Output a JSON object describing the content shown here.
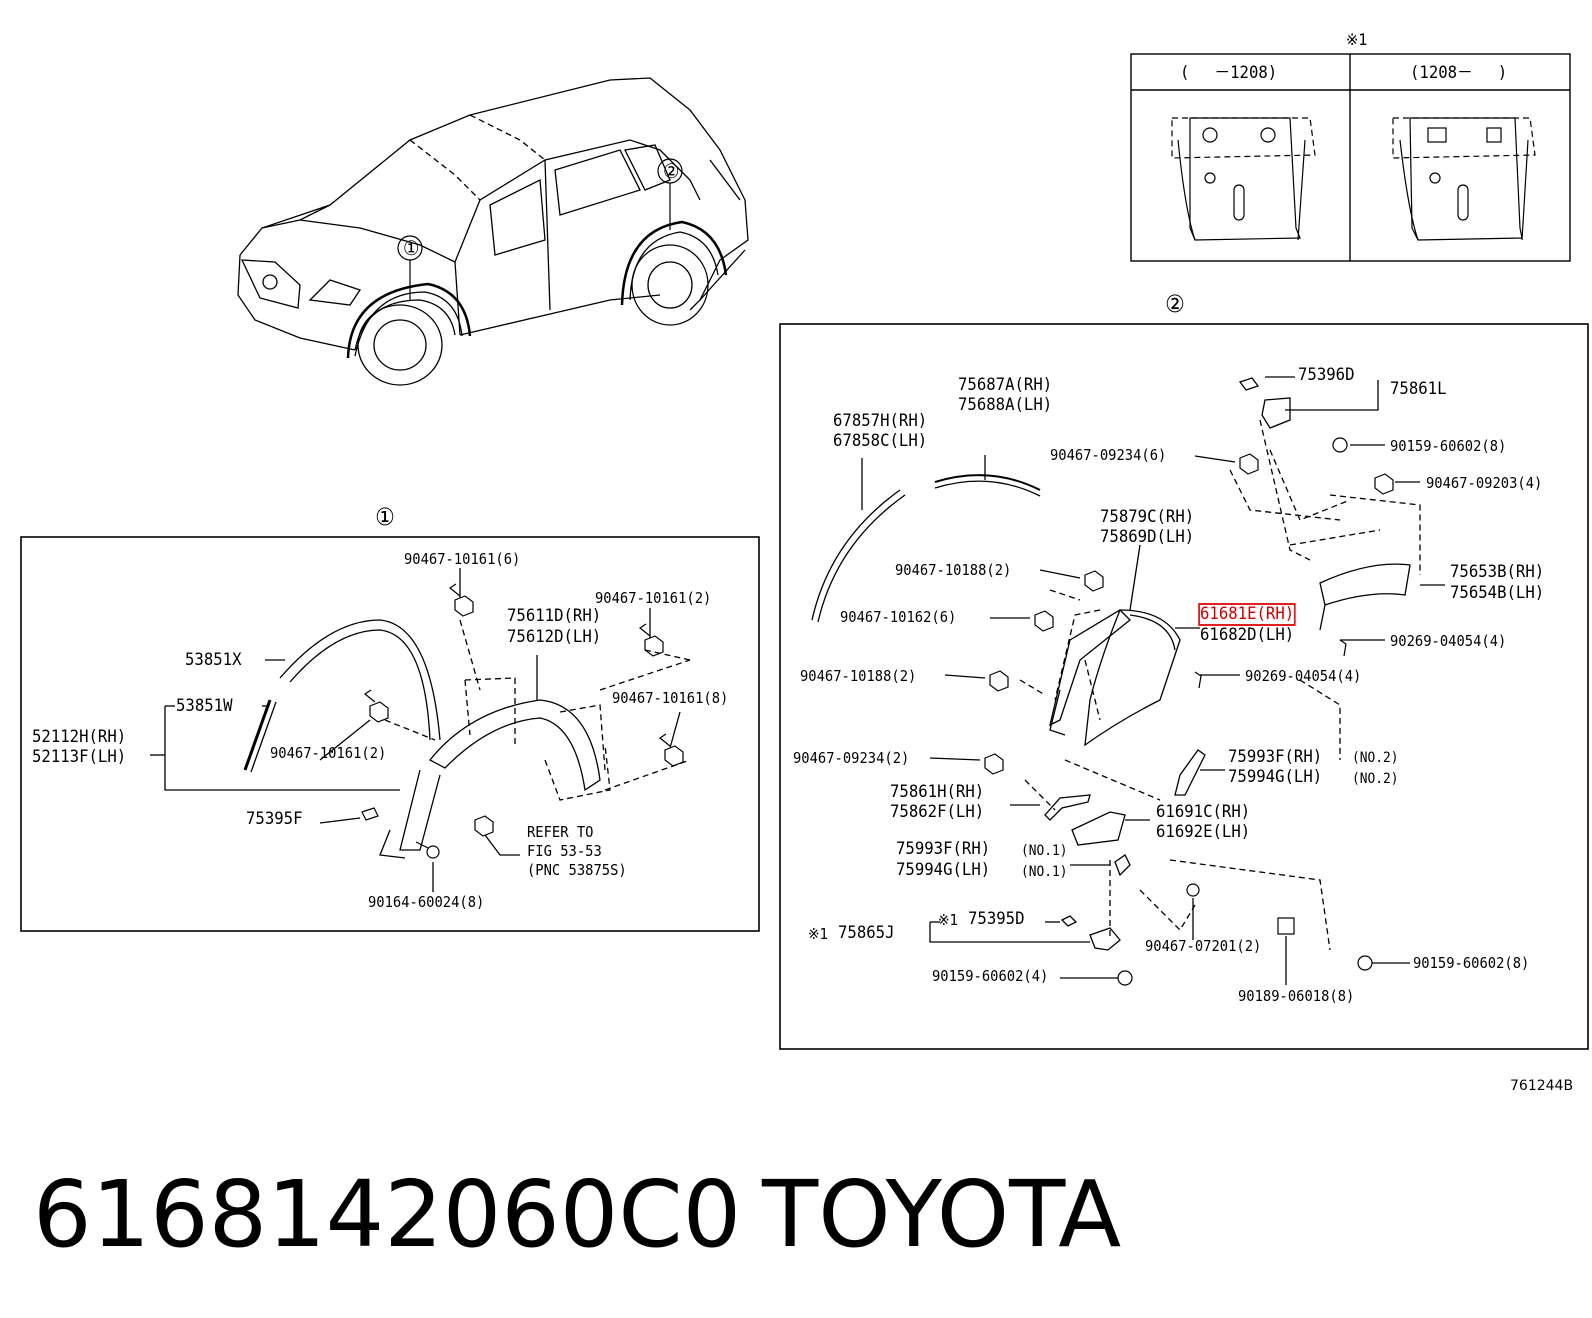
{
  "footer": {
    "part_number": "6168142060C0",
    "brand": "TOYOTA",
    "figure_id": "761244B"
  },
  "markers": {
    "one": "①",
    "two": "②",
    "note": "※1"
  },
  "inset": {
    "col_left": "(　 －1208)",
    "col_right": "(1208－　 )"
  },
  "box1": {
    "p1": "90467-10161(6)",
    "p2": "90467-10161(2)",
    "p3a": "75611D(RH)",
    "p3b": "75612D(LH)",
    "p4": "53851X",
    "p5": "53851W",
    "p6a": "52112H(RH)",
    "p6b": "52113F(LH)",
    "p7": "90467-10161(2)",
    "p8": "90467-10161(8)",
    "p9": "75395F",
    "r1": "REFER TO",
    "r2": "FIG 53-53",
    "r3": "(PNC 53875S)",
    "p10": "90164-60024(8)"
  },
  "box2": {
    "a1": "75687A(RH)",
    "a2": "75688A(LH)",
    "b1": "67857H(RH)",
    "b2": "67858C(LH)",
    "c1": "75396D",
    "c2": "75861L",
    "d": "90159-60602(8)",
    "e": "90467-09234(6)",
    "f": "90467-09203(4)",
    "g1": "75879C(RH)",
    "g2": "75869D(LH)",
    "h": "90467-10188(2)",
    "i1": "75653B(RH)",
    "i2": "75654B(LH)",
    "j": "90467-10162(6)",
    "k1": "61681E(RH)",
    "k2": "61682D(LH)",
    "l": "90269-04054(4)",
    "m": "90467-10188(2)",
    "n": "90269-04054(4)",
    "o": "90467-09234(2)",
    "p1": "75993F(RH)",
    "p2": "75994G(LH)",
    "pn": "(NO.2)",
    "q1": "75861H(RH)",
    "q2": "75862F(LH)",
    "r1": "61691C(RH)",
    "r2": "61692E(LH)",
    "s1": "75993F(RH)",
    "s2": "75994G(LH)",
    "sn": "(NO.1)",
    "t": "75395D",
    "u": "75865J",
    "v": "90467-07201(2)",
    "w": "90159-60602(4)",
    "x": "90189-06018(8)",
    "y": "90159-60602(8)"
  }
}
